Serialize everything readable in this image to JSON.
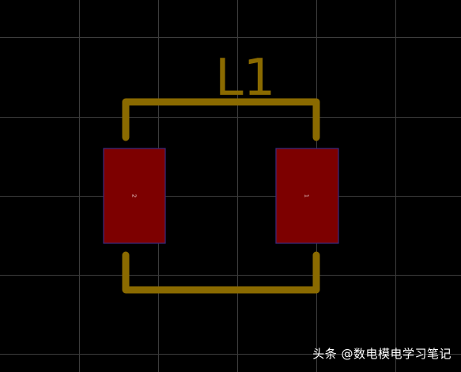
{
  "component": {
    "designator": "L1",
    "pads": [
      {
        "number": "2"
      },
      {
        "number": "1"
      }
    ]
  },
  "watermark": {
    "text": "头条 @数电模电学习笔记"
  },
  "colors": {
    "background": "#000000",
    "grid": "#3c3c3c",
    "silkscreen": "#8a6a00",
    "pad_fill": "#7d0000",
    "pad_outline": "#3a2a80"
  },
  "grid": {
    "visible": true
  }
}
